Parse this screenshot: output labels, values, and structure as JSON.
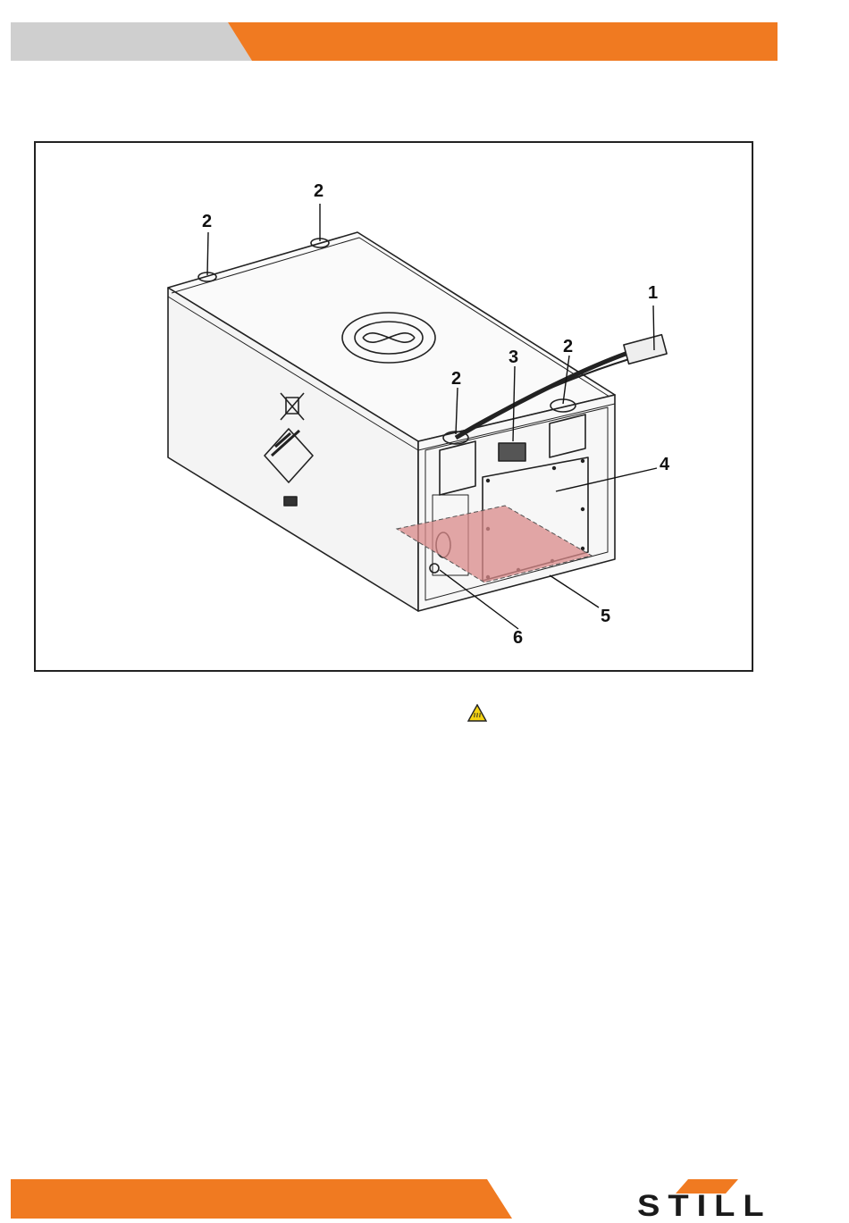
{
  "header": {
    "gray_color": "#cfcfcf",
    "accent_color": "#f07a21"
  },
  "figure": {
    "callouts": {
      "c1": "1",
      "c2a": "2",
      "c2b": "2",
      "c2c": "2",
      "c2d": "2",
      "c3": "3",
      "c4": "4",
      "c5": "5",
      "c6": "6"
    },
    "highlight_color": "#d98a8a"
  },
  "warning_icon": "hot-surface-warning-icon",
  "footer": {
    "accent_color": "#f07a21",
    "brand": "STILL"
  }
}
